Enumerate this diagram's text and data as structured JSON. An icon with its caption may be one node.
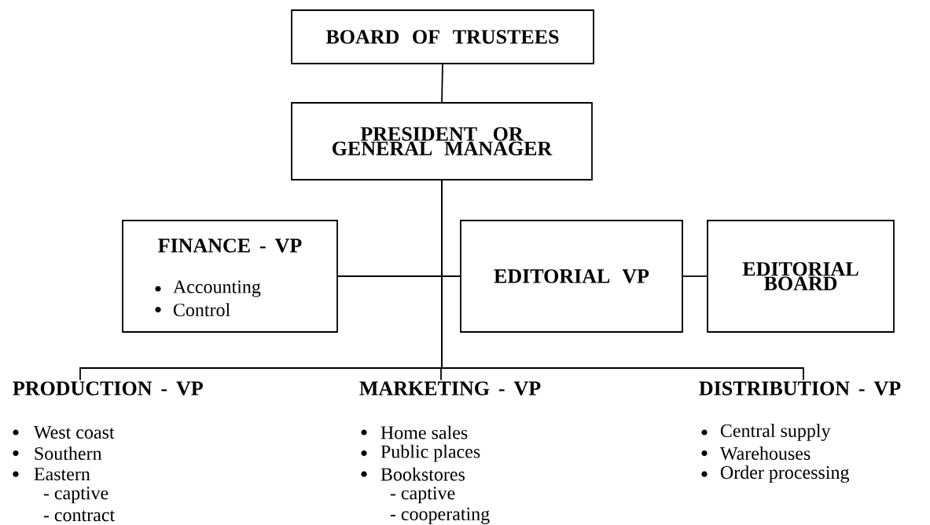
{
  "diagram": {
    "nodes": [
      {
        "text": [
          "BOARD OF TRUSTEES"
        ]
      },
      {
        "text": [
          "PRESIDENT OR GENERAL MANAGER"
        ]
      },
      {
        "text": [
          "FINANCE - VP",
          "Accounting",
          "Control"
        ]
      },
      {
        "text": [
          "EDITORIAL VP"
        ]
      },
      {
        "text": [
          "EDITORIAL BOARD"
        ]
      },
      {
        "text": [
          "PRODUCTION - VP",
          "West coast",
          "Southern",
          "Eastern",
          "- captive",
          "- contract"
        ]
      },
      {
        "text": [
          "MARKETING - VP",
          "Home sales",
          "Public places",
          "Bookstores",
          "- captive",
          "- cooperating"
        ]
      },
      {
        "text": [
          "DISTRIBUTION - VP",
          "Central supply",
          "Warehouses",
          "Order processing"
        ]
      }
    ],
    "edges": [
      {
        "from": 0,
        "to": 1,
        "arrow": "none"
      },
      {
        "from": 1,
        "to": 2,
        "arrow": "none"
      },
      {
        "from": 1,
        "to": 3,
        "arrow": "none"
      },
      {
        "from": 3,
        "to": 4,
        "arrow": "none"
      },
      {
        "from": 1,
        "to": 5,
        "arrow": "none"
      },
      {
        "from": 1,
        "to": 6,
        "arrow": "none"
      },
      {
        "from": 1,
        "to": 7,
        "arrow": "none"
      }
    ]
  }
}
